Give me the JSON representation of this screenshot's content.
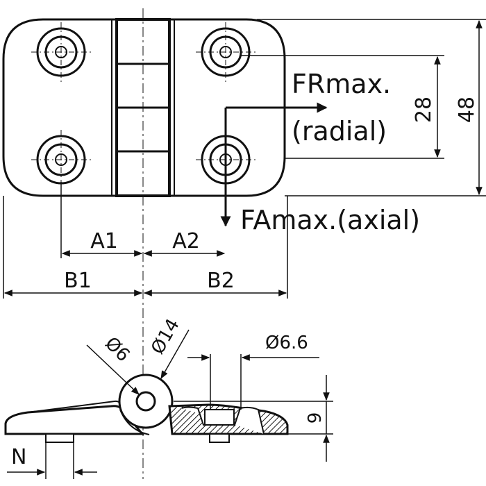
{
  "labels": {
    "force_radial_1": "FRmax.",
    "force_radial_2": "(radial)",
    "force_axial": "FAmax.(axial)",
    "dim_height_holes": "28",
    "dim_height_total": "48",
    "dim_a1": "A1",
    "dim_a2": "A2",
    "dim_b1": "B1",
    "dim_b2": "B2",
    "dim_pin_dia": "Ø6",
    "dim_knuckle_dia": "Ø14",
    "dim_hole_dia": "Ø6.6",
    "dim_thickness": "9",
    "dim_n": "N"
  },
  "colors": {
    "line": "#111111",
    "hatch": "#111111",
    "background": "#ffffff"
  }
}
